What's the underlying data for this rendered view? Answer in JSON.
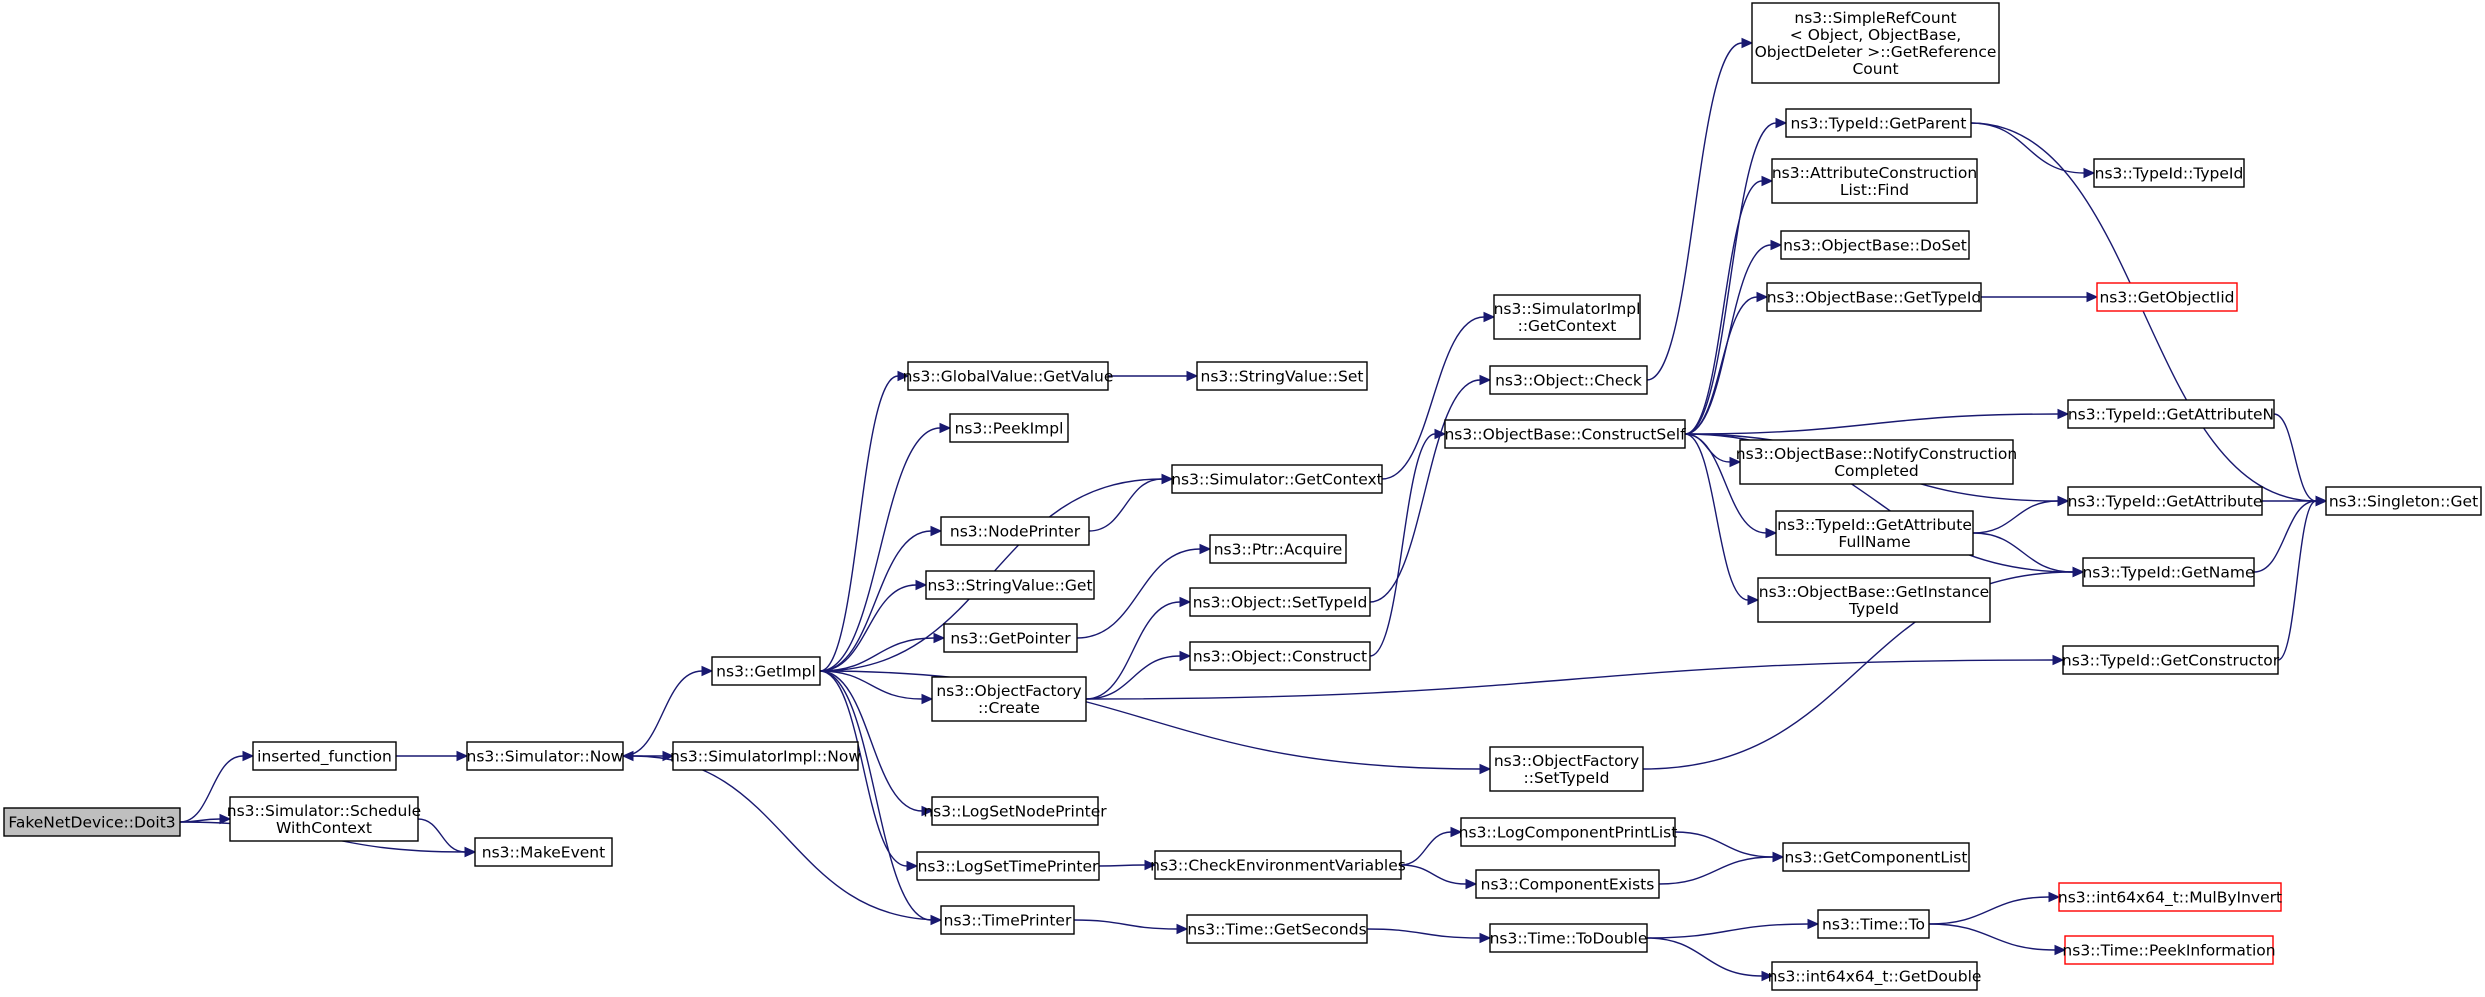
{
  "graph": {
    "edge_color": "#191970",
    "root_fill": "#bfbfbf",
    "external_stroke": "#ff0000",
    "nodes": [
      {
        "id": "doit3",
        "lines": [
          "FakeNetDevice::Doit3"
        ],
        "style": "root"
      },
      {
        "id": "inserted",
        "lines": [
          "inserted_function"
        ]
      },
      {
        "id": "schedctx",
        "lines": [
          "ns3::Simulator::Schedule",
          "WithContext"
        ]
      },
      {
        "id": "makeevent",
        "lines": [
          "ns3::MakeEvent"
        ]
      },
      {
        "id": "simnow",
        "lines": [
          "ns3::Simulator::Now"
        ]
      },
      {
        "id": "simimplnow",
        "lines": [
          "ns3::SimulatorImpl::Now"
        ]
      },
      {
        "id": "getimpl",
        "lines": [
          "ns3::GetImpl"
        ]
      },
      {
        "id": "gvgetvalue",
        "lines": [
          "ns3::GlobalValue::GetValue"
        ]
      },
      {
        "id": "peekimpl",
        "lines": [
          "ns3::PeekImpl"
        ]
      },
      {
        "id": "nodeprinter",
        "lines": [
          "ns3::NodePrinter"
        ]
      },
      {
        "id": "strvalget",
        "lines": [
          "ns3::StringValue::Get"
        ]
      },
      {
        "id": "getpointer",
        "lines": [
          "ns3::GetPointer"
        ]
      },
      {
        "id": "ofcreate",
        "lines": [
          "ns3::ObjectFactory",
          "::Create"
        ]
      },
      {
        "id": "logsetnode",
        "lines": [
          "ns3::LogSetNodePrinter"
        ]
      },
      {
        "id": "logsettime",
        "lines": [
          "ns3::LogSetTimePrinter"
        ]
      },
      {
        "id": "timeprinter",
        "lines": [
          "ns3::TimePrinter"
        ]
      },
      {
        "id": "strvalset",
        "lines": [
          "ns3::StringValue::Set"
        ]
      },
      {
        "id": "simgetctx",
        "lines": [
          "ns3::Simulator::GetContext"
        ]
      },
      {
        "id": "ptracquire",
        "lines": [
          "ns3::Ptr::Acquire"
        ]
      },
      {
        "id": "objsettypeid",
        "lines": [
          "ns3::Object::SetTypeId"
        ]
      },
      {
        "id": "objconstruct",
        "lines": [
          "ns3::Object::Construct"
        ]
      },
      {
        "id": "checkenv",
        "lines": [
          "ns3::CheckEnvironmentVariables"
        ]
      },
      {
        "id": "timegetsec",
        "lines": [
          "ns3::Time::GetSeconds"
        ]
      },
      {
        "id": "simimplgetctx",
        "lines": [
          "ns3::SimulatorImpl",
          "::GetContext"
        ]
      },
      {
        "id": "objcheck",
        "lines": [
          "ns3::Object::Check"
        ]
      },
      {
        "id": "obconstructself",
        "lines": [
          "ns3::ObjectBase::ConstructSelf"
        ]
      },
      {
        "id": "ofsettypeid",
        "lines": [
          "ns3::ObjectFactory",
          "::SetTypeId"
        ]
      },
      {
        "id": "logcompprint",
        "lines": [
          "ns3::LogComponentPrintList"
        ]
      },
      {
        "id": "compexists",
        "lines": [
          "ns3::ComponentExists"
        ]
      },
      {
        "id": "timetodouble",
        "lines": [
          "ns3::Time::ToDouble"
        ]
      },
      {
        "id": "simplerefcount",
        "lines": [
          "ns3::SimpleRefCount",
          "< Object, ObjectBase,",
          " ObjectDeleter >::GetReference",
          "Count"
        ]
      },
      {
        "id": "tidgetparent",
        "lines": [
          "ns3::TypeId::GetParent"
        ]
      },
      {
        "id": "attrconstfind",
        "lines": [
          "ns3::AttributeConstruction",
          "List::Find"
        ]
      },
      {
        "id": "obdoset",
        "lines": [
          "ns3::ObjectBase::DoSet"
        ]
      },
      {
        "id": "obgettypeid",
        "lines": [
          "ns3::ObjectBase::GetTypeId"
        ]
      },
      {
        "id": "obnotify",
        "lines": [
          "ns3::ObjectBase::NotifyConstruction",
          "Completed"
        ]
      },
      {
        "id": "tidgetattrfull",
        "lines": [
          "ns3::TypeId::GetAttribute",
          "FullName"
        ]
      },
      {
        "id": "obgetinstance",
        "lines": [
          "ns3::ObjectBase::GetInstance",
          "TypeId"
        ]
      },
      {
        "id": "getcomplist",
        "lines": [
          "ns3::GetComponentList"
        ]
      },
      {
        "id": "timeto",
        "lines": [
          "ns3::Time::To"
        ]
      },
      {
        "id": "i64getdouble",
        "lines": [
          "ns3::int64x64_t::GetDouble"
        ]
      },
      {
        "id": "tidtypeid",
        "lines": [
          "ns3::TypeId::TypeId"
        ]
      },
      {
        "id": "getobjectiid",
        "lines": [
          "ns3::GetObjectIid"
        ],
        "style": "external"
      },
      {
        "id": "tidgetattrn",
        "lines": [
          "ns3::TypeId::GetAttributeN"
        ]
      },
      {
        "id": "tidgetattr",
        "lines": [
          "ns3::TypeId::GetAttribute"
        ]
      },
      {
        "id": "tidgetname",
        "lines": [
          "ns3::TypeId::GetName"
        ]
      },
      {
        "id": "tidgetctor",
        "lines": [
          "ns3::TypeId::GetConstructor"
        ]
      },
      {
        "id": "mulbyinvert",
        "lines": [
          "ns3::int64x64_t::MulByInvert"
        ],
        "style": "external"
      },
      {
        "id": "peekinfo",
        "lines": [
          "ns3::Time::PeekInformation"
        ],
        "style": "external"
      },
      {
        "id": "singletonget",
        "lines": [
          "ns3::Singleton::Get"
        ]
      }
    ],
    "edges": [
      [
        "doit3",
        "inserted"
      ],
      [
        "doit3",
        "schedctx"
      ],
      [
        "doit3",
        "makeevent"
      ],
      [
        "inserted",
        "simnow"
      ],
      [
        "schedctx",
        "makeevent"
      ],
      [
        "simnow",
        "simimplnow"
      ],
      [
        "simnow",
        "getimpl"
      ],
      [
        "getimpl",
        "gvgetvalue"
      ],
      [
        "getimpl",
        "peekimpl"
      ],
      [
        "getimpl",
        "simgetctx"
      ],
      [
        "getimpl",
        "nodeprinter"
      ],
      [
        "getimpl",
        "strvalget"
      ],
      [
        "getimpl",
        "getpointer"
      ],
      [
        "getimpl",
        "ofcreate"
      ],
      [
        "getimpl",
        "ofsettypeid"
      ],
      [
        "getimpl",
        "logsetnode"
      ],
      [
        "getimpl",
        "logsettime"
      ],
      [
        "getimpl",
        "timeprinter"
      ],
      [
        "gvgetvalue",
        "strvalset"
      ],
      [
        "nodeprinter",
        "simgetctx"
      ],
      [
        "getpointer",
        "ptracquire"
      ],
      [
        "ofcreate",
        "objsettypeid"
      ],
      [
        "ofcreate",
        "objconstruct"
      ],
      [
        "ofcreate",
        "tidgetctor"
      ],
      [
        "logsettime",
        "checkenv"
      ],
      [
        "timeprinter",
        "simnow"
      ],
      [
        "timeprinter",
        "timegetsec"
      ],
      [
        "simgetctx",
        "simimplgetctx"
      ],
      [
        "objsettypeid",
        "objcheck"
      ],
      [
        "objconstruct",
        "obconstructself"
      ],
      [
        "checkenv",
        "logcompprint"
      ],
      [
        "checkenv",
        "compexists"
      ],
      [
        "timegetsec",
        "timetodouble"
      ],
      [
        "objcheck",
        "simplerefcount"
      ],
      [
        "obconstructself",
        "tidgetparent"
      ],
      [
        "obconstructself",
        "attrconstfind"
      ],
      [
        "obconstructself",
        "obdoset"
      ],
      [
        "obconstructself",
        "obgettypeid"
      ],
      [
        "obconstructself",
        "tidgetattrn"
      ],
      [
        "obconstructself",
        "tidgetattr"
      ],
      [
        "obconstructself",
        "obnotify"
      ],
      [
        "obconstructself",
        "tidgetattrfull"
      ],
      [
        "obconstructself",
        "obgetinstance"
      ],
      [
        "obconstructself",
        "tidgetname"
      ],
      [
        "ofsettypeid",
        "tidgetname"
      ],
      [
        "logcompprint",
        "getcomplist"
      ],
      [
        "compexists",
        "getcomplist"
      ],
      [
        "timetodouble",
        "timeto"
      ],
      [
        "timetodouble",
        "i64getdouble"
      ],
      [
        "tidgetparent",
        "tidtypeid"
      ],
      [
        "tidgetparent",
        "singletonget"
      ],
      [
        "obgettypeid",
        "getobjectiid"
      ],
      [
        "tidgetattrfull",
        "tidgetattr"
      ],
      [
        "tidgetattrfull",
        "tidgetname"
      ],
      [
        "timeto",
        "mulbyinvert"
      ],
      [
        "timeto",
        "peekinfo"
      ],
      [
        "tidgetattrn",
        "singletonget"
      ],
      [
        "tidgetattr",
        "singletonget"
      ],
      [
        "tidgetname",
        "singletonget"
      ],
      [
        "tidgetctor",
        "singletonget"
      ]
    ]
  }
}
